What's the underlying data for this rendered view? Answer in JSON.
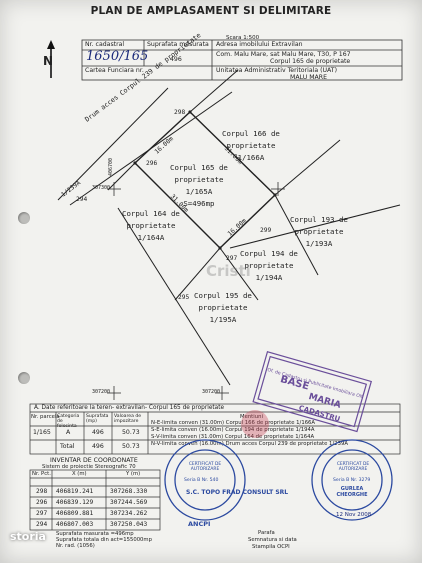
{
  "title": "PLAN DE AMPLASAMENT SI DELIMITARE",
  "scale": "Scara 1:500",
  "header": {
    "cad_no_label": "Nr. cadastral",
    "cad_no_value": "1650/165",
    "area_label": "Suprafata masurata",
    "area_value": "496",
    "address_label": "Adresa imobilului Extravilan",
    "address_line1": "Com. Malu Mare, sat Malu Mare, T30, P 167",
    "address_line2": "Corpul 165 de proprietate",
    "cf_label": "Cartea Funciara nr.",
    "uat_label": "Unitatea Administrativ Teritoriala (UAT)",
    "uat_value": "MALU MARE",
    "north": "N"
  },
  "plan": {
    "road": "Drum acces  Corpul 239 de proprietate",
    "road_code": "1/239A",
    "parcels": [
      {
        "name": "Corpul 166 de",
        "line2": "proprietate",
        "code": "1/166A"
      },
      {
        "name": "Corpul 165 de",
        "line2": "proprietate",
        "code": "1/165A",
        "area": "S=496mp"
      },
      {
        "name": "Corpul 164 de",
        "line2": "proprietate",
        "code": "1/164A"
      },
      {
        "name": "Corpul 193 de",
        "line2": "proprietate",
        "code": "1/193A"
      },
      {
        "name": "Corpul 194 de",
        "line2": "proprietate",
        "code": "1/194A"
      },
      {
        "name": "Corpul 195 de",
        "line2": "proprietate",
        "code": "1/195A"
      }
    ],
    "dims": [
      "16.00m",
      "31.00m",
      "31.00m",
      "16.00m"
    ],
    "points": [
      "298",
      "296",
      "294",
      "299",
      "297",
      "295"
    ],
    "grid_y": [
      "307300",
      "307200",
      "307200"
    ],
    "grid_x": "406700",
    "watermark": "Cristi"
  },
  "section_a": {
    "title": "A. Date referitoare la teren- extravilan- Corpul 165 de proprietate",
    "headers": [
      "Nr. parcela",
      "Categoria de folosinta",
      "Suprafata (mp)",
      "Valoarea de impozitare",
      "Mentiuni"
    ],
    "row": [
      "1/165",
      "A",
      "496",
      "50.73"
    ],
    "total_label": "Total",
    "total_area": "496",
    "total_value": "50.73",
    "notes": [
      "N-E-limita conven (31.00m) Corpul 166 de proprietate 1/166A",
      "S-E-limita conven (16.00m) Corpul 194 de proprietate 1/194A",
      "S-V-limita conven (31.00m) Corpul 164 de proprietate 1/164A",
      "N-V-limita conven (16.00m) Drum acces Corpul 239 de proprietate 1/239A"
    ]
  },
  "inventory": {
    "title": "INVENTAR DE COORDONATE",
    "subtitle": "Sistem de proiectie Stereografic 70",
    "cols": [
      "Nr. Pct.",
      "X (m)",
      "Y (m)"
    ],
    "rows": [
      [
        "298",
        "406819.241",
        "307268.330"
      ],
      [
        "296",
        "406839.129",
        "307244.569"
      ],
      [
        "297",
        "406809.881",
        "307234.262"
      ],
      [
        "294",
        "406807.003",
        "307250.043"
      ]
    ],
    "foot1": "Suprafata masurata =496mp",
    "foot2": "Suprafata totala din act=155000mp",
    "foot3": "Nr. rad. (1056)"
  },
  "stamps": {
    "ocpi_line1": "BASE",
    "ocpi_line2": "MARIA",
    "ocpi_line3": "CADASTRU",
    "ocpi_top": "Of. de Cadastru si Publicitate Imobiliara Olt",
    "cert_left": "CERTIFICAT DE AUTORIZARE",
    "cert_left_series": "Seria B Nr. 540",
    "company": "S.C. TOPO FRAD CONSULT SRL",
    "ancpi": "ANCPI",
    "cert_right": "CERTIFICAT DE AUTORIZARE",
    "cert_right_series": "Seria B Nr. 3279",
    "cert_right_name": "GURLEA CHEORGHE",
    "parafa": "Parafa",
    "semnatura": "Semnatura si data",
    "stampila": "Stampila OCPI",
    "date": "12 Nov 2008"
  },
  "logo": "storia",
  "colors": {
    "paper": "#f2f2ef",
    "ink": "#222222",
    "stamp_blue": "#2c4aa0",
    "stamp_purple": "#6a4e9a",
    "handwriting": "#1b2a7a",
    "logo_bg": "#2a2a2a"
  }
}
